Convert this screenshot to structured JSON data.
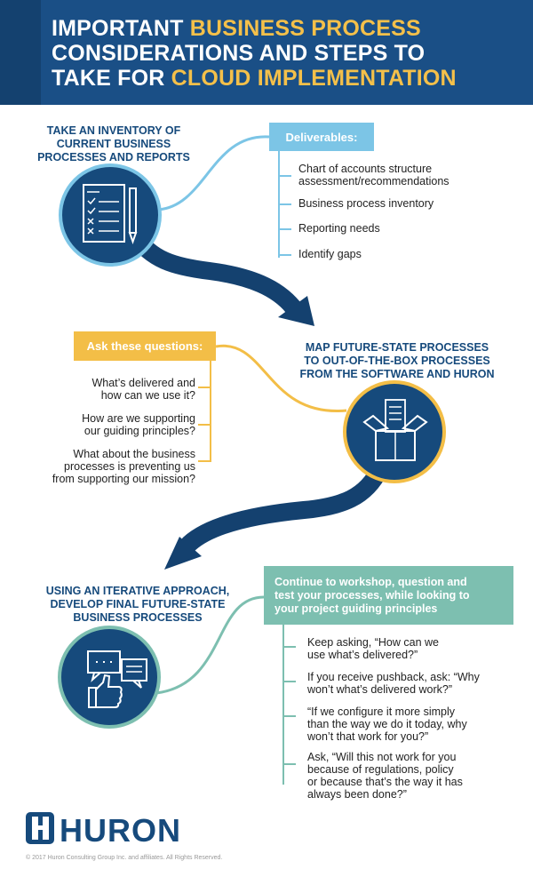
{
  "header": {
    "title_line1_pre": "IMPORTANT ",
    "title_line1_hl": "BUSINESS PROCESS",
    "title_line2": "CONSIDERATIONS AND STEPS TO",
    "title_line3_pre": "TAKE FOR ",
    "title_line3_hl": "CLOUD IMPLEMENTATION"
  },
  "step1": {
    "heading": [
      "TAKE AN INVENTORY OF",
      "CURRENT BUSINESS",
      "PROCESSES AND REPORTS"
    ],
    "icon": "checklist-pencil-icon",
    "box_label": "Deliverables:",
    "items": [
      [
        "Chart of accounts structure",
        "assessment/recommendations"
      ],
      [
        "Business process inventory"
      ],
      [
        "Reporting needs"
      ],
      [
        "Identify gaps"
      ]
    ]
  },
  "step2": {
    "heading": [
      "MAP FUTURE-STATE PROCESSES",
      "TO OUT-OF-THE-BOX PROCESSES",
      "FROM THE SOFTWARE AND HURON"
    ],
    "icon": "open-box-icon",
    "box_label": "Ask these questions:",
    "items": [
      [
        "What’s delivered and",
        "how can we use it?"
      ],
      [
        "How are we supporting",
        "our guiding principles?"
      ],
      [
        "What about the business",
        "processes is preventing us",
        "from supporting our mission?"
      ]
    ]
  },
  "step3": {
    "heading": [
      "USING AN ITERATIVE APPROACH,",
      "DEVELOP FINAL FUTURE-STATE",
      "BUSINESS PROCESSES"
    ],
    "icon": "chat-thumbs-up-icon",
    "box_label": [
      "Continue to workshop, question and",
      "test your processes, while looking to",
      "your project guiding principles"
    ],
    "items": [
      [
        "Keep asking, “How can we",
        "use what’s delivered?”"
      ],
      [
        "If you receive pushback, ask: “Why",
        "won’t what’s delivered work?”"
      ],
      [
        "“If we configure it more simply",
        "than the way we do it today, why",
        "won’t that work for you?”"
      ],
      [
        "Ask, “Will this not work for you",
        "because of regulations, policy",
        "or because that’s the way it has",
        "always been done?”"
      ]
    ]
  },
  "footer": {
    "logo_text": "HURON",
    "copyright": "© 2017 Huron Consulting Group Inc. and affiliates. All Rights Reserved."
  },
  "colors": {
    "navy": "#164a7c",
    "header_blue": "#1a4f86",
    "accent_yellow": "#f3be47",
    "light_blue": "#7cc5e6",
    "teal": "#7dbfb0"
  }
}
